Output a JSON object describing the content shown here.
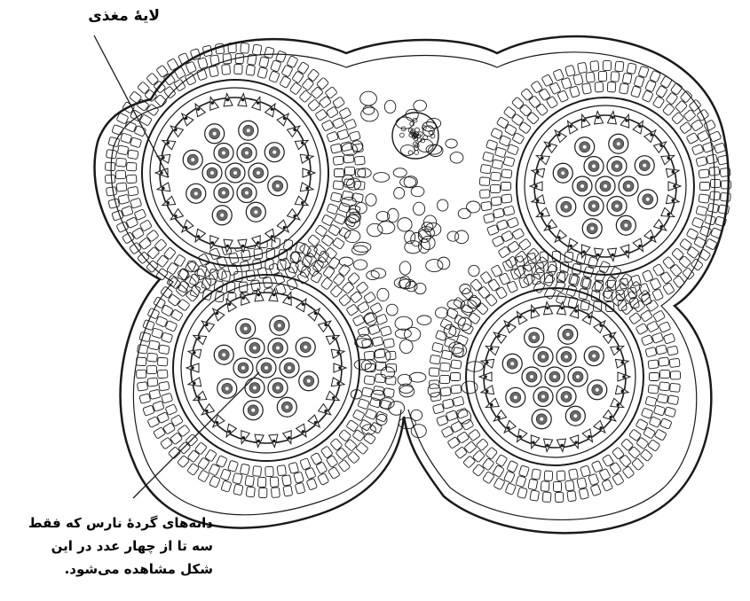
{
  "labels": {
    "tapetum": "لایهٔ مغذی",
    "pollen_lines": [
      "دانه‌های گردهٔ نارس که فقط",
      "سه تا از چهار عدد در این",
      "شکل مشاهده می‌شود."
    ]
  },
  "colors": {
    "ink": "#1a1a1a",
    "paper": "#ffffff",
    "cell_fill": "#6a6a6a"
  }
}
